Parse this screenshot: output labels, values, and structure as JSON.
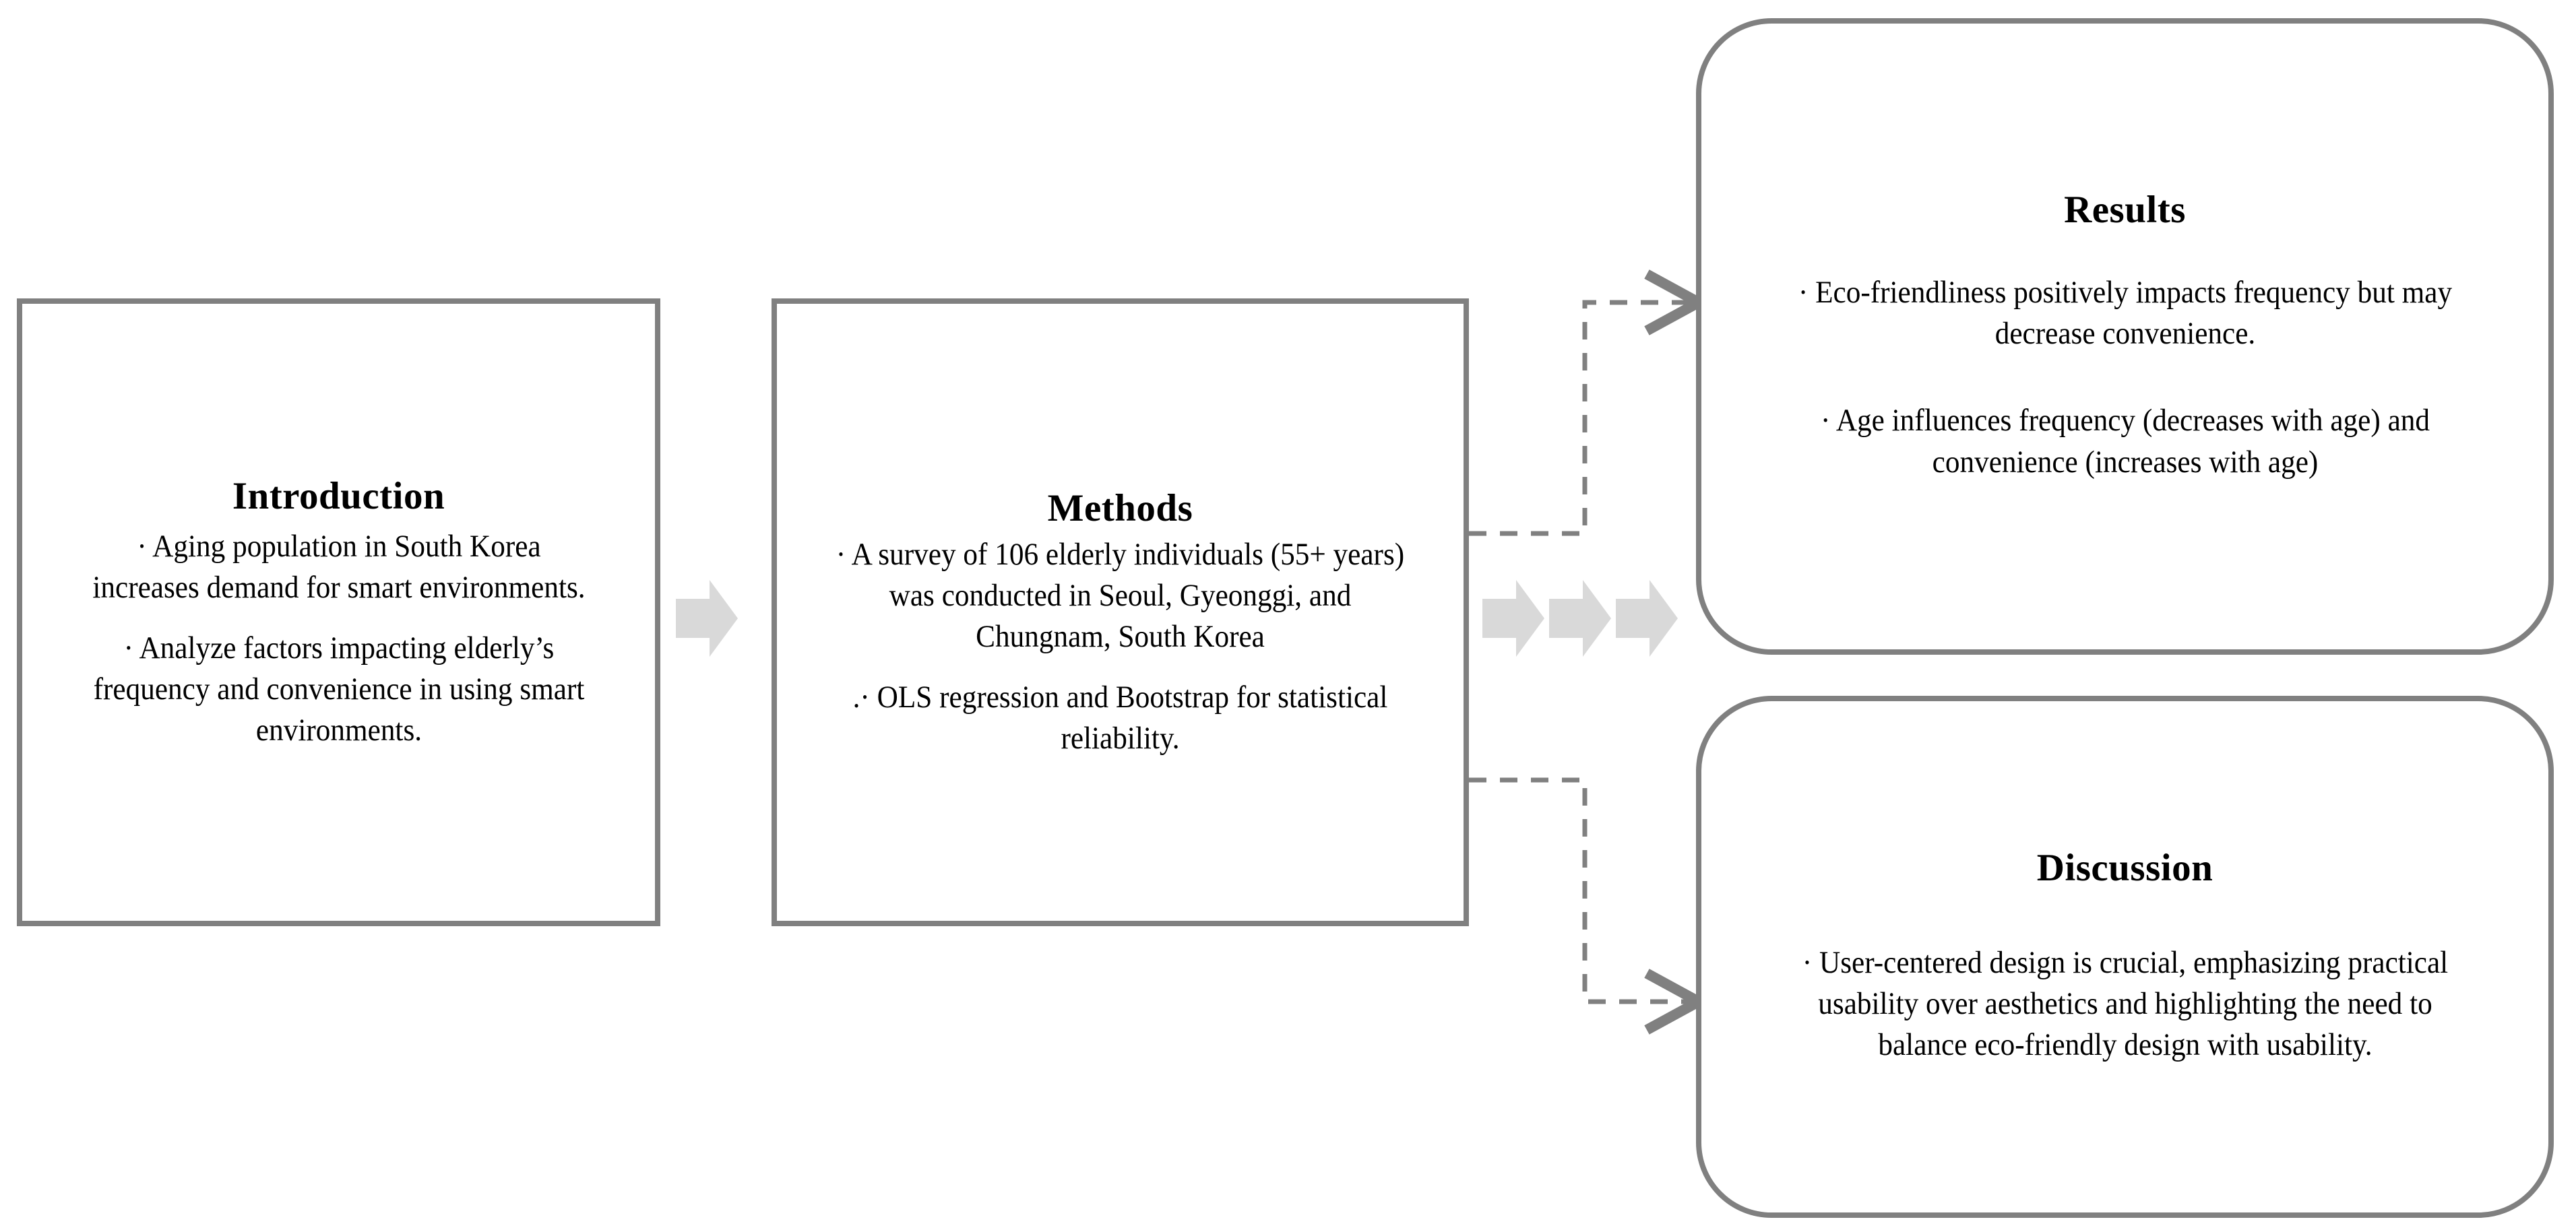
{
  "diagram": {
    "title": "Research Summary Flow Diagram",
    "colors": {
      "box_border": "#808080",
      "block_arrow_fill": "#d9d9d9",
      "connector_line": "#808080",
      "text": "#000000",
      "background": "#ffffff"
    },
    "nodes": [
      {
        "id": "introduction",
        "title": "Introduction",
        "shape": "rectangle",
        "bullets": [
          "· Aging population in South Korea increases demand for smart environments.",
          "· Analyze factors impacting elderly’s frequency and convenience in using smart environments."
        ]
      },
      {
        "id": "methods",
        "title": "Methods",
        "shape": "rectangle",
        "bullets": [
          "· A survey of 106 elderly individuals (55+ years) was conducted in Seoul, Gyeonggi, and Chungnam, South Korea",
          ".· OLS regression and Bootstrap for statistical reliability."
        ]
      },
      {
        "id": "results",
        "title": "Results",
        "shape": "rounded-rectangle",
        "bullets": [
          "· Eco-friendliness positively impacts frequency but may decrease convenience.",
          "· Age influences frequency (decreases with age) and convenience (increases with age)"
        ]
      },
      {
        "id": "discussion",
        "title": "Discussion",
        "shape": "rounded-rectangle",
        "bullets": [
          "· User-centered design is crucial, emphasizing practical usability over aesthetics and highlighting the need to balance eco-friendly design with usability."
        ]
      }
    ],
    "connectors": [
      {
        "id": "intro-to-methods",
        "from": "introduction",
        "to": "methods",
        "style": "block-arrow",
        "count": 1,
        "icon": "right-block-arrow-icon"
      },
      {
        "id": "methods-to-outcomes",
        "from": "methods",
        "to": "results",
        "style": "block-arrow",
        "count": 3,
        "icon": "right-block-arrow-icon"
      },
      {
        "id": "methods-to-results",
        "from": "methods",
        "to": "results",
        "style": "dashed-elbow-arrow",
        "icon": "arrowhead-right-icon"
      },
      {
        "id": "methods-to-discussion",
        "from": "methods",
        "to": "discussion",
        "style": "dashed-elbow-arrow",
        "icon": "arrowhead-right-icon"
      }
    ]
  }
}
